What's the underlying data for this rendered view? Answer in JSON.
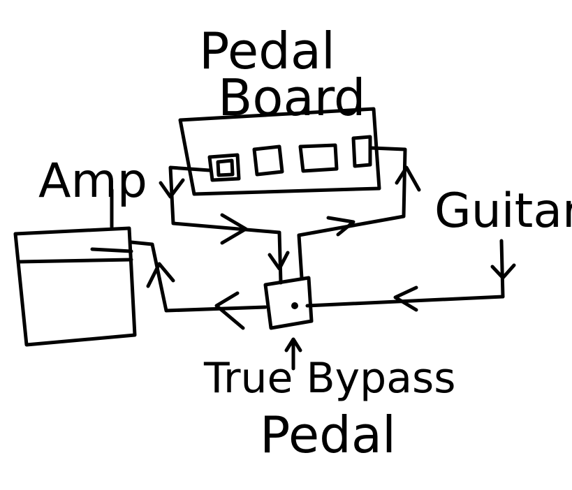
{
  "labels": {
    "pedal_board": "Pedal Board",
    "pedal_board_line1": "Pedal",
    "pedal_board_line2": "Board",
    "amp": "Amp",
    "guitar": "Guitar",
    "true_bypass_pedal_line1": "True Bypass",
    "true_bypass_pedal_line2": "Pedal"
  },
  "colors": {
    "ink": "#000000",
    "background": "#ffffff"
  }
}
